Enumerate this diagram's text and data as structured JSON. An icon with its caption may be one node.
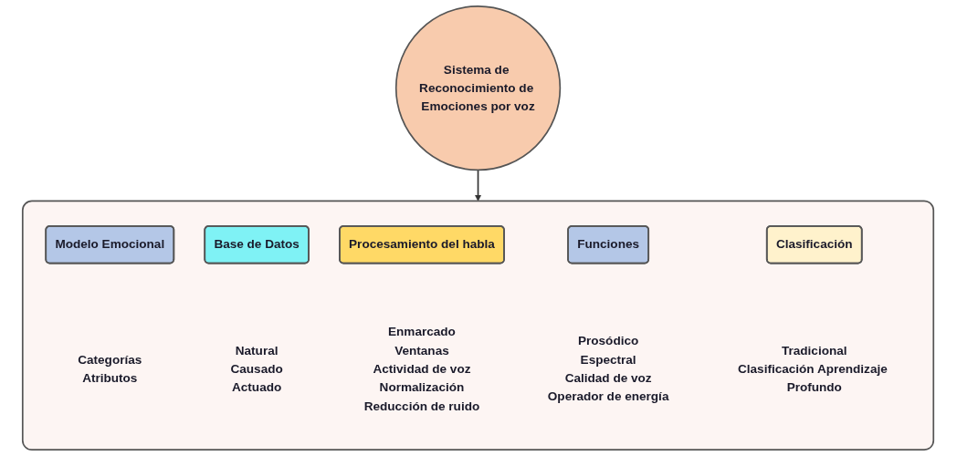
{
  "diagram": {
    "nodes": [
      {
        "text": [
          "Sistema de Reconocimiento de Emociones por voz"
        ]
      },
      {
        "text": [],
        "shape": "box"
      },
      {
        "text": [
          "Modelo Emocional"
        ],
        "in": 1,
        "beside": [
          "Categorías",
          "Atributos"
        ]
      },
      {
        "text": [
          "Base de Datos"
        ],
        "in": 1,
        "beside": [
          "Natural",
          "Causado",
          "Actuado"
        ]
      },
      {
        "text": [
          "Procesamiento del habla"
        ],
        "in": 1,
        "beside": [
          "Enmarcado",
          "Ventanas",
          "Actividad de voz",
          "Normalización",
          "Reducción de ruido"
        ]
      },
      {
        "text": [
          "Funciones"
        ],
        "in": 1,
        "beside": [
          "Prosódico",
          "Espectral",
          "Calidad de voz",
          "Operador de energía"
        ]
      },
      {
        "text": [
          "Clasificación"
        ],
        "in": 1,
        "beside": [
          "Tradicional",
          "Clasificación Aprendizaje Profundo"
        ]
      }
    ],
    "edges": [
      {
        "from": 0,
        "to": 1,
        "arrow": "to"
      }
    ]
  }
}
